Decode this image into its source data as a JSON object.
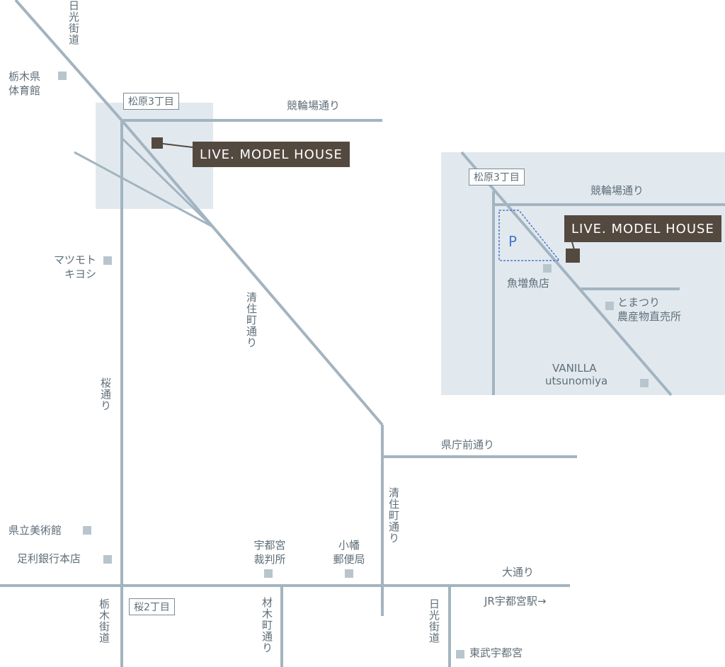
{
  "roads": {
    "nikko_kaido": "日光街道",
    "keirinjo_dori": "競輪場通り",
    "kiyozumicho_dori": "清住町通り",
    "sakura_dori": "桜通り",
    "kenchomae_dori": "県庁前通り",
    "o_dori": "大通り",
    "tochigi_kaido": "栃木街道",
    "zaimokucho_dori": "材木町通り"
  },
  "intersections": {
    "matsubara3": "松原3丁目",
    "sakura2": "桜2丁目"
  },
  "landmarks": {
    "tochigi_gym": [
      "栃木県",
      "体育館"
    ],
    "matsumoto_kiyoshi": [
      "マツモト",
      "キヨシ"
    ],
    "museum": "県立美術館",
    "ashikaga_bank": "足利銀行本店",
    "court": [
      "宇都宮",
      "裁判所"
    ],
    "post_office": [
      "小幡",
      "郵便局"
    ],
    "jr_station": "JR宇都宮駅→",
    "tobu_station": "東武宇都宮"
  },
  "target": "LIVE. MODEL HOUSE",
  "inset": {
    "intersection": "松原3丁目",
    "road": "競輪場通り",
    "target": "LIVE. MODEL HOUSE",
    "parking": "P",
    "uoso": "魚増魚店",
    "tomatsuri": [
      "とまつり",
      "農産物直売所"
    ],
    "vanilla": [
      "VANILLA",
      "utsunomiya"
    ]
  },
  "colors": {
    "road": "#a3b4c0",
    "area": "#e1e9ef",
    "target": "#54493f",
    "text": "#5f6e78",
    "parking": "#4a78c8"
  }
}
